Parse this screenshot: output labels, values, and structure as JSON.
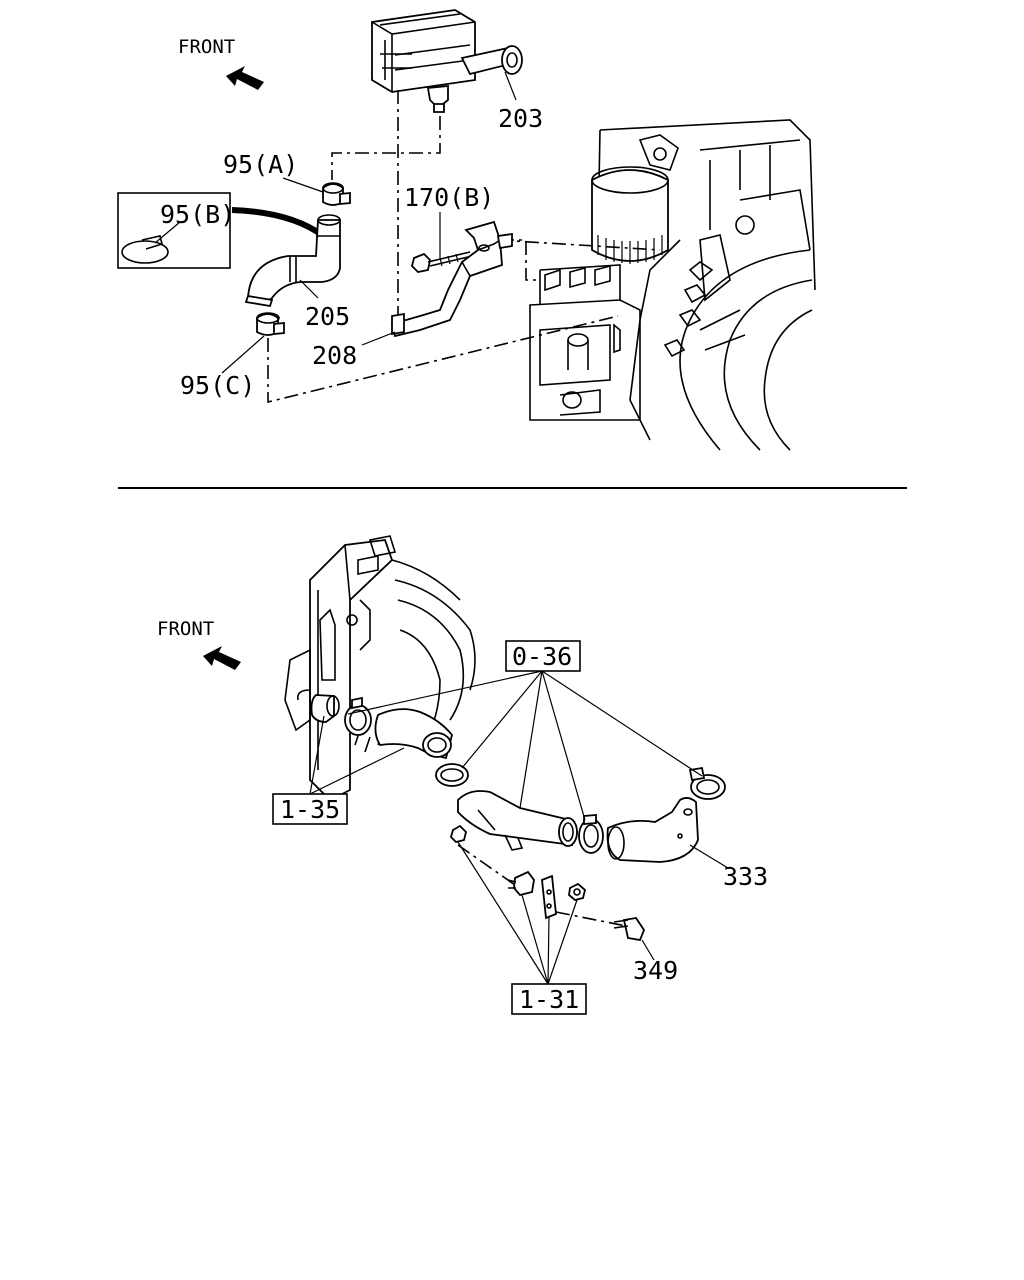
{
  "upper": {
    "front_label": "FRONT",
    "callouts": {
      "p203": "203",
      "p95a": "95(A)",
      "p95b": "95(B)",
      "p95c": "95(C)",
      "p170b": "170(B)",
      "p205": "205",
      "p208": "208"
    }
  },
  "lower": {
    "front_label": "FRONT",
    "callouts": {
      "p036": "0-36",
      "p135": "1-35",
      "p131": "1-31",
      "p333": "333",
      "p349": "349"
    }
  }
}
